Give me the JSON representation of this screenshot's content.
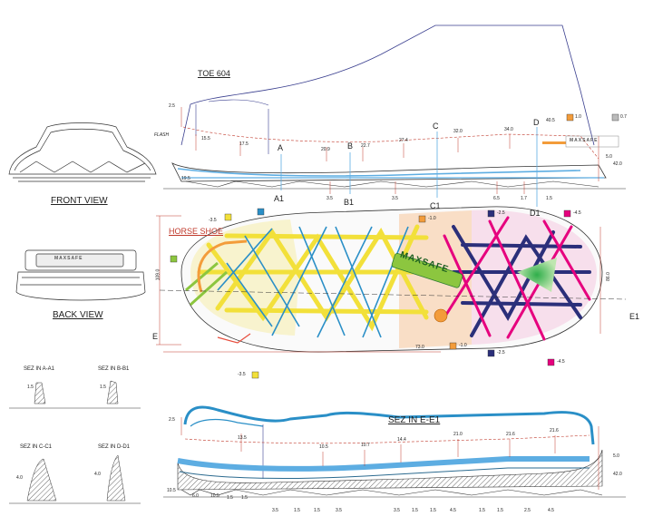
{
  "labels": {
    "toe": "TOE 604",
    "flash": "FLASH",
    "front_view": "FRONT VIEW",
    "back_view": "BACK VIEW",
    "horse_shoe": "HORSE SHOE",
    "brand": "MAXSAFE",
    "sez_ee1": "SEZ IN E-E1",
    "sez_aa1": "SEZ IN A-A1",
    "sez_bb1": "SEZ IN B-B1",
    "sez_cc1": "SEZ IN C-C1",
    "sez_dd1": "SEZ IN D-D1"
  },
  "section_markers": {
    "a": "A",
    "a1": "A1",
    "b": "B",
    "b1": "B1",
    "c": "C",
    "c1": "C1",
    "d": "D",
    "d1": "D1",
    "e": "E",
    "e1": "E1"
  },
  "dimensions": {
    "width": "109.0",
    "width_right": "86.0",
    "pos": "73.0",
    "side_top": [
      "2.5",
      "15.5",
      "17.5",
      "20.9",
      "22.7",
      "27.4",
      "32.0",
      "34.0",
      "40.5",
      "1.0",
      "0.7",
      "5.0",
      "42.0",
      "19.5",
      "3.5",
      "3.5",
      "6.5",
      "1.7",
      "1.5"
    ],
    "ee1_top": [
      "2.5",
      "13.5",
      "10.5",
      "10.7",
      "14.4",
      "21.0",
      "21.6",
      "21.6",
      "42.0",
      "5.0",
      "10.5",
      "6.0",
      "10.5",
      "1.5",
      "1.5"
    ],
    "ee1_bottom": [
      "3.5",
      "1.5",
      "1.5",
      "3.5",
      "3.5",
      "1.5",
      "1.5",
      "4.5",
      "1.5",
      "1.5",
      "2.5",
      "4.5"
    ],
    "sec_small": [
      "1.5",
      "1.5",
      "4.0",
      "4.0"
    ],
    "sole_markers": [
      "-3.5",
      "-1.0",
      "-2.5",
      "-4.5",
      "-3.5",
      "-1.0",
      "-2.5",
      "-4.5"
    ]
  },
  "colors": {
    "yellow": "#f2e03a",
    "green": "#8cc63f",
    "blue": "#2a8fc7",
    "navy": "#2b2f7a",
    "magenta": "#e6007e",
    "orange": "#f39c3a",
    "peach": "#f5a35c"
  }
}
